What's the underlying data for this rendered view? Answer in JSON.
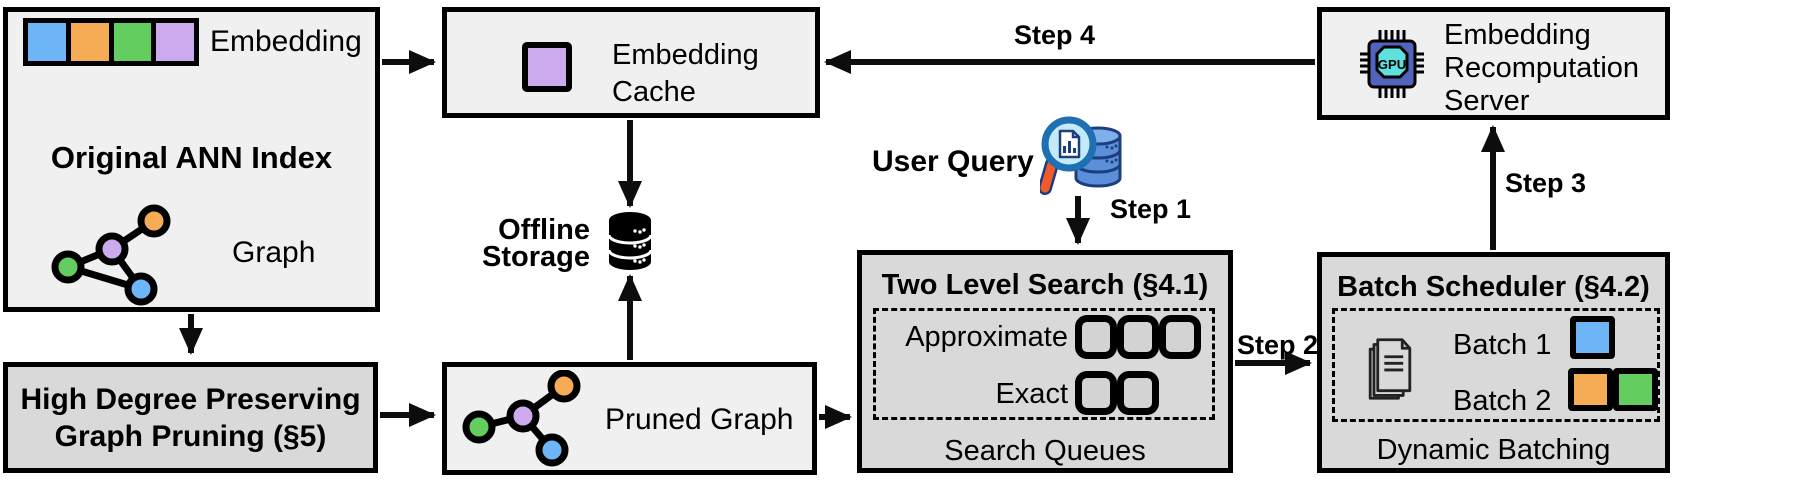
{
  "colors": {
    "blue": "#6EB5F7",
    "orange": "#F5AC55",
    "green": "#63CE5F",
    "purple": "#CDA9EE",
    "box-light": "#F0F0F0",
    "box-dark": "#D9D9D9",
    "queue-fill": "#D3D3D3",
    "line": "#0D0D0D",
    "gpu-body": "#5064BC",
    "gpu-core": "#5FE0DE",
    "db-blue": "#5B8FD9",
    "db-blue-light": "#7FB0EC",
    "db-dark": "#1C3E7E",
    "lens-blue": "#C4EAF8",
    "lens-ring": "#1E6FB4",
    "handle-orange": "#F15A29",
    "doc-stroke": "#222222"
  },
  "ann_index": {
    "embedding_label": "Embedding",
    "title": "Original ANN Index",
    "graph_label": "Graph"
  },
  "embedding_cache": {
    "label": "Embedding Cache"
  },
  "offline_storage": {
    "label": "Offline Storage"
  },
  "graph_pruning": {
    "title": "High Degree Preserving Graph Pruning (§5)"
  },
  "pruned_graph": {
    "label": "Pruned Graph"
  },
  "user_query": {
    "label": "User Query"
  },
  "two_level_search": {
    "title": "Two Level Search (§4.1)",
    "approximate_label": "Approximate",
    "exact_label": "Exact",
    "footer": "Search Queues"
  },
  "batch_scheduler": {
    "title": "Batch Scheduler (§4.2)",
    "batch1_label": "Batch 1",
    "batch2_label": "Batch 2",
    "footer": "Dynamic Batching"
  },
  "recomputation_server": {
    "label": "Embedding Recomputation Server",
    "gpu_text": "GPU"
  },
  "steps": {
    "s1": "Step 1",
    "s2": "Step 2",
    "s3": "Step 3",
    "s4": "Step 4"
  }
}
